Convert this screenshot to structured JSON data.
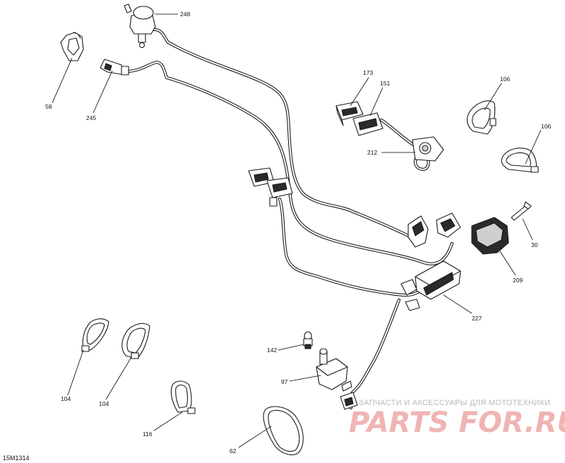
{
  "diagram_ref": "15M1314",
  "callouts": {
    "c248": "248",
    "c58": "58",
    "c245": "245",
    "c173": "173",
    "c151": "151",
    "c106a": "106",
    "c106b": "106",
    "c212": "212",
    "c30": "30",
    "c209": "209",
    "c227": "227",
    "c142": "142",
    "c97": "97",
    "c104a": "104",
    "c104b": "104",
    "c116": "116",
    "c62": "62"
  },
  "watermark": {
    "tagline": "ЗАПЧАСТИ И АКСЕССУАРЫ ДЛЯ МОТОТЕХНИКИ",
    "brand": "PARTS FOR.RU"
  }
}
